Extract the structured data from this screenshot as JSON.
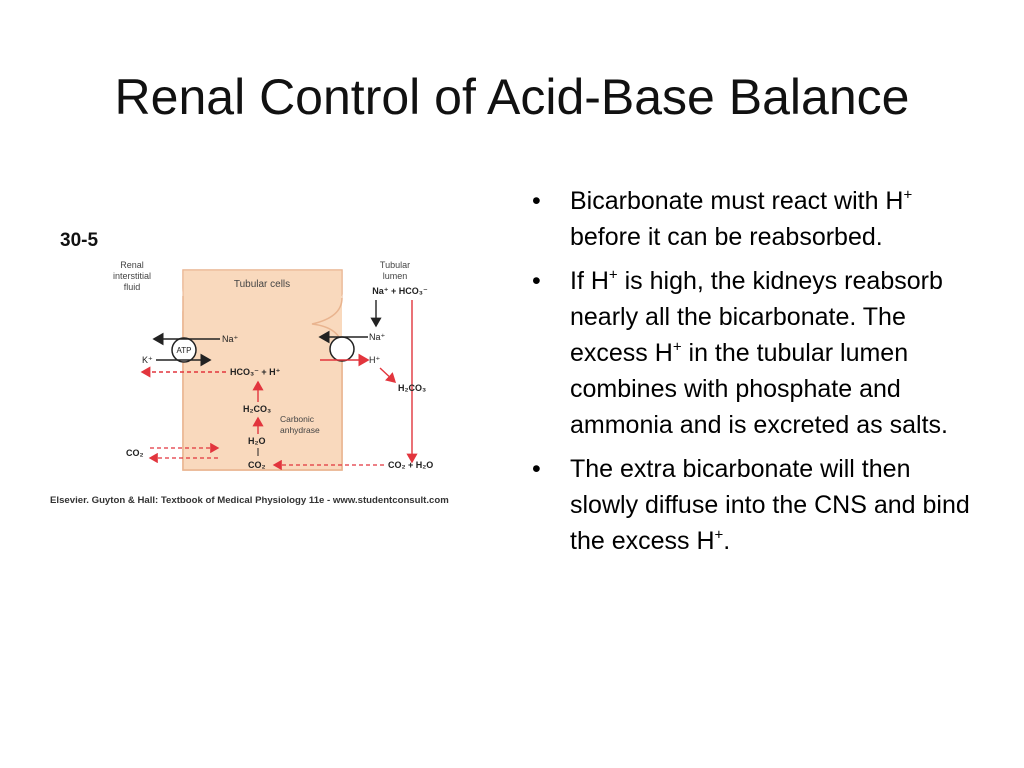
{
  "slide": {
    "title": "Renal Control of Acid-Base Balance"
  },
  "figure": {
    "number": "30-5",
    "labels": {
      "renal_interstitial_l1": "Renal",
      "renal_interstitial_l2": "interstitial",
      "renal_interstitial_l3": "fluid",
      "tubular_cells": "Tubular cells",
      "tubular_lumen_l1": "Tubular",
      "tubular_lumen_l2": "lumen",
      "atp": "ATP",
      "na_left": "Na⁺",
      "k_left": "K⁺",
      "hco3_h": "HCO₃⁻ + H⁺",
      "h2co3_cell": "H₂CO₃",
      "carbonic_l1": "Carbonic",
      "carbonic_l2": "anhydrase",
      "h2o_cell": "H₂O",
      "co2_cell": "CO₂",
      "co2_left": "CO₂",
      "lumen_na_hco3": "Na⁺ + HCO₃⁻",
      "na_right": "Na⁺",
      "h_right": "H⁺",
      "h2co3_lumen": "H₂CO₃",
      "co2_h2o": "CO₂ + H₂O"
    },
    "credit": "Elsevier. Guyton & Hall: Textbook of Medical Physiology 11e - www.studentconsult.com",
    "colors": {
      "cell_fill": "#f9d9bd",
      "cell_stroke": "#e9b48f",
      "arrow_red": "#e2353d",
      "arrow_black": "#222222"
    }
  },
  "bullets": [
    {
      "text_a": "Bicarbonate must react with H",
      "sup_a": "+",
      "text_b": " before it can be reabsorbed."
    },
    {
      "text_a": "If H",
      "sup_a": "+",
      "text_b": " is high, the kidneys reabsorb nearly all the bicarbonate.  The excess H",
      "sup_b": "+",
      "text_c": " in the tubular lumen combines with phosphate and ammonia and is excreted as salts."
    },
    {
      "text_a": "The extra bicarbonate will then slowly diffuse into the CNS and bind the excess H",
      "sup_a": "+",
      "text_b": "."
    }
  ],
  "bullet_glyph": "•"
}
